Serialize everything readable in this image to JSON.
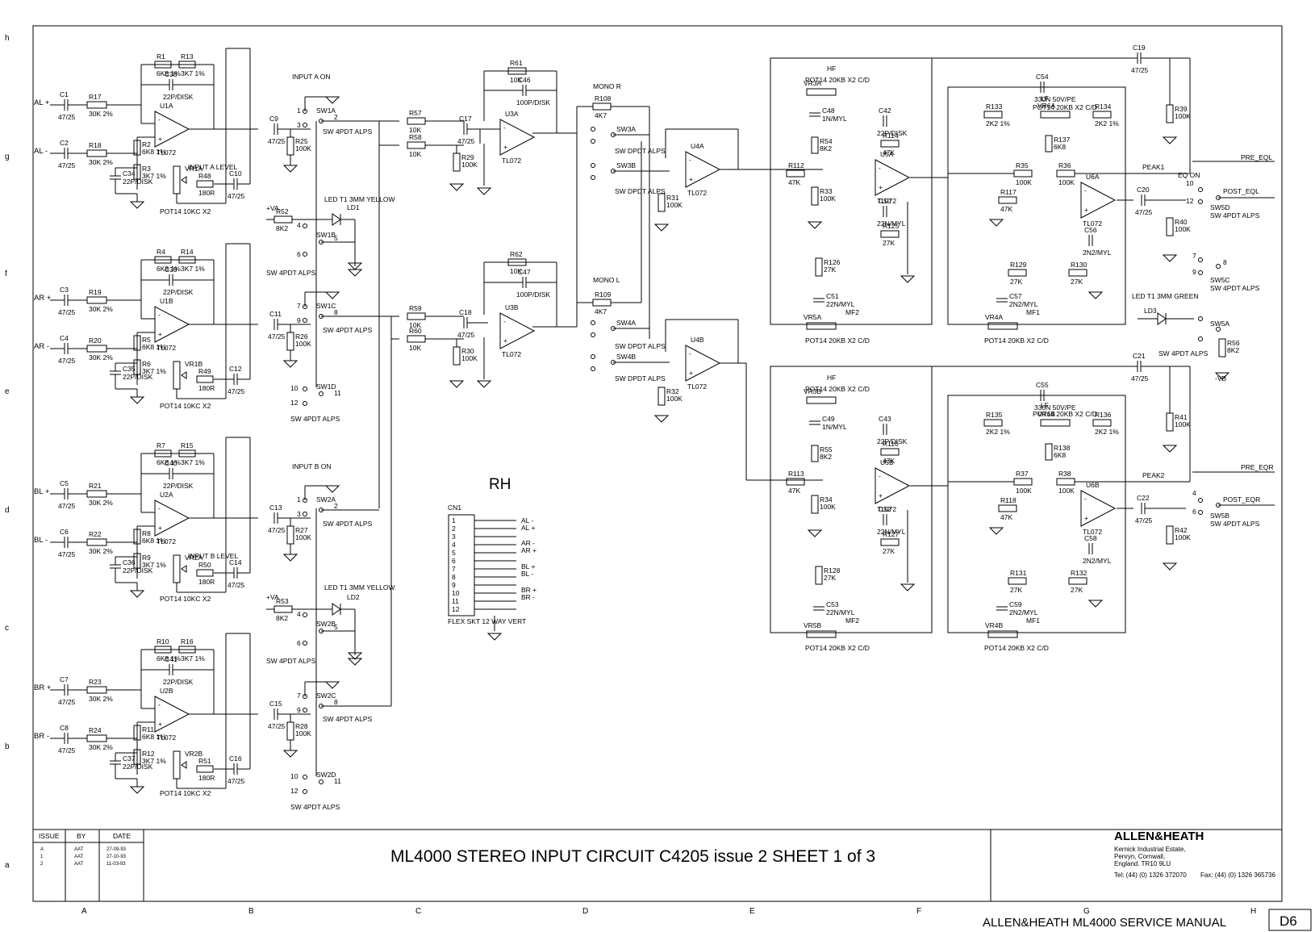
{
  "title_block": {
    "title": "ML4000 STEREO INPUT CIRCUIT   C4205 issue 2   SHEET 1 of 3",
    "issue_header": "ISSUE",
    "by_header": "BY",
    "date_header": "DATE",
    "issues": [
      {
        "issue": "A",
        "by": "AAT",
        "date": "27-09-93"
      },
      {
        "issue": "1",
        "by": "AAT",
        "date": "27-10-93"
      },
      {
        "issue": "2",
        "by": "AAT",
        "date": "11-03-93"
      }
    ],
    "company": "ALLEN&HEATH",
    "address": [
      "Kernick Industrial Estate,",
      "Penryn, Cornwall,",
      "England. TR10 9LU"
    ],
    "tel": "Tel: (44) (0) 1326 372070",
    "fax": "Fax: (44) (0) 1326 365736"
  },
  "footer": {
    "manual": "ALLEN&HEATH ML4000 SERVICE MANUAL",
    "page": "D6"
  },
  "grid": {
    "rows": [
      "h",
      "g",
      "f",
      "e",
      "d",
      "c",
      "b",
      "a"
    ],
    "cols": [
      "A",
      "B",
      "C",
      "D",
      "E",
      "F",
      "G",
      "H"
    ]
  },
  "section_label": "RH",
  "inputs": [
    "AL +",
    "AL -",
    "AR +",
    "AR -",
    "BL +",
    "BL -",
    "BR +",
    "BR -"
  ],
  "outputs": [
    "PRE_EQL",
    "POST_EQL",
    "PRE_EQR",
    "POST_EQR",
    "PEAK1",
    "PEAK2",
    "-VB"
  ],
  "labels": {
    "input_a_on": "INPUT A ON",
    "input_b_on": "INPUT B ON",
    "input_a_level": "INPUT A LEVEL",
    "input_b_level": "INPUT B LEVEL",
    "mono_r": "MONO R",
    "mono_l": "MONO L",
    "eq_on": "EQ ON",
    "hf": "HF",
    "lf": "LF",
    "mf1": "MF1",
    "mf2": "MF2",
    "led_yellow": "LED T1 3MM YELLOW",
    "led_green": "LED T1 3MM GREEN",
    "sw4": "SW 4PDT ALPS",
    "swd": "SW DPDT ALPS",
    "pot_level": "POT14 10KC X2",
    "pot_eq": "POT14 20KB X2 C/D",
    "flex": "FLEX SKT 12 WAY VERT",
    "cn1": "CN1",
    "va": "+VA"
  },
  "components": {
    "input_stages": [
      {
        "c_in": "C1",
        "r_in": "R17",
        "c_in2": "C2",
        "r_in2": "R18",
        "u": "U1A",
        "r_a": "R1",
        "r_b": "R13",
        "c_fb": "C38",
        "r_g1": "R2",
        "r_g2": "R3",
        "c_g": "C34",
        "vr": "VR1A",
        "r_o": "R48",
        "c_o": "C10"
      },
      {
        "c_in": "C3",
        "r_in": "R19",
        "c_in2": "C4",
        "r_in2": "R20",
        "u": "U1B",
        "r_a": "R4",
        "r_b": "R14",
        "c_fb": "C39",
        "r_g1": "R5",
        "r_g2": "R6",
        "c_g": "C35",
        "vr": "VR1B",
        "r_o": "R49",
        "c_o": "C12"
      },
      {
        "c_in": "C5",
        "r_in": "R21",
        "c_in2": "C6",
        "r_in2": "R22",
        "u": "U2A",
        "r_a": "R7",
        "r_b": "R15",
        "c_fb": "C40",
        "r_g1": "R8",
        "r_g2": "R9",
        "c_g": "C36",
        "vr": "VR2A",
        "r_o": "R50",
        "c_o": "C14"
      },
      {
        "c_in": "C7",
        "r_in": "R23",
        "c_in2": "C8",
        "r_in2": "R24",
        "u": "U2B",
        "r_a": "R10",
        "r_b": "R16",
        "c_fb": "C41",
        "r_g1": "R11",
        "r_g2": "R12",
        "c_g": "C37",
        "vr": "VR2B",
        "r_o": "R51",
        "c_o": "C16"
      }
    ],
    "values": {
      "cap": "47/25",
      "r_in": "30K 2%",
      "r_a": "6K8 1%",
      "r_b": "3K7 1%",
      "c_fb": "22P/DISK",
      "r_out": "180R",
      "r_100k": "100K",
      "r_10k": "10K",
      "r_8k2": "8K2",
      "r_4k7": "4K7",
      "r_47k": "47K",
      "r_27k": "27K",
      "r_2k2": "2K2 1%",
      "c_100p": "100P/DISK",
      "c_1n": "1N/MYL",
      "c_22n": "22N/MYL",
      "c_2n2": "2N2/MYL",
      "c_330n": "330N 50V/PE",
      "ic": "TL072"
    },
    "misc": [
      "C9",
      "C11",
      "C13",
      "C15",
      "R25",
      "R26",
      "R27",
      "R28",
      "SW1A",
      "SW1B",
      "SW1C",
      "SW1D",
      "SW2A",
      "SW2B",
      "SW2C",
      "SW2D",
      "LD1",
      "LD2",
      "LD3",
      "R52",
      "R53",
      "R57",
      "R58",
      "R59",
      "R60",
      "R29",
      "R30",
      "C17",
      "C18",
      "U3A",
      "U3B",
      "R61",
      "R62",
      "C46",
      "C47",
      "R108",
      "R109",
      "SW3A",
      "SW3B",
      "SW4A",
      "SW4B",
      "R31",
      "R32",
      "U4A",
      "U4B",
      "VR3A",
      "VR3B",
      "VR5A",
      "VR5B",
      "C48",
      "C49",
      "R54",
      "R55",
      "R112",
      "R113",
      "R33",
      "R34",
      "U5A",
      "U5B",
      "C42",
      "C43",
      "R114",
      "R116",
      "C50",
      "C52",
      "R125",
      "R127",
      "R126",
      "R128",
      "C51",
      "C53",
      "C19",
      "C21",
      "R39",
      "R41",
      "C54",
      "C55",
      "VR6A",
      "VR6B",
      "R133",
      "R134",
      "R135",
      "R136",
      "R137",
      "R138",
      "R35",
      "R36",
      "R37",
      "R38",
      "R117",
      "R118",
      "U6A",
      "U6B",
      "C56",
      "C58",
      "R129",
      "R130",
      "R131",
      "R132",
      "C57",
      "C59",
      "VR4A",
      "VR4B",
      "C20",
      "C22",
      "R40",
      "R42",
      "SW5A",
      "SW5B",
      "SW5C",
      "SW5D",
      "R56",
      "VR6",
      "VR4"
    ]
  },
  "connector_pins": [
    "1",
    "2",
    "3",
    "4",
    "5",
    "6",
    "7",
    "8",
    "9",
    "10",
    "11",
    "12"
  ],
  "connector_signals": [
    "AL -",
    "AL +",
    "AR -",
    "AR +",
    "BL +",
    "BL -",
    "BR +",
    "BR -"
  ]
}
